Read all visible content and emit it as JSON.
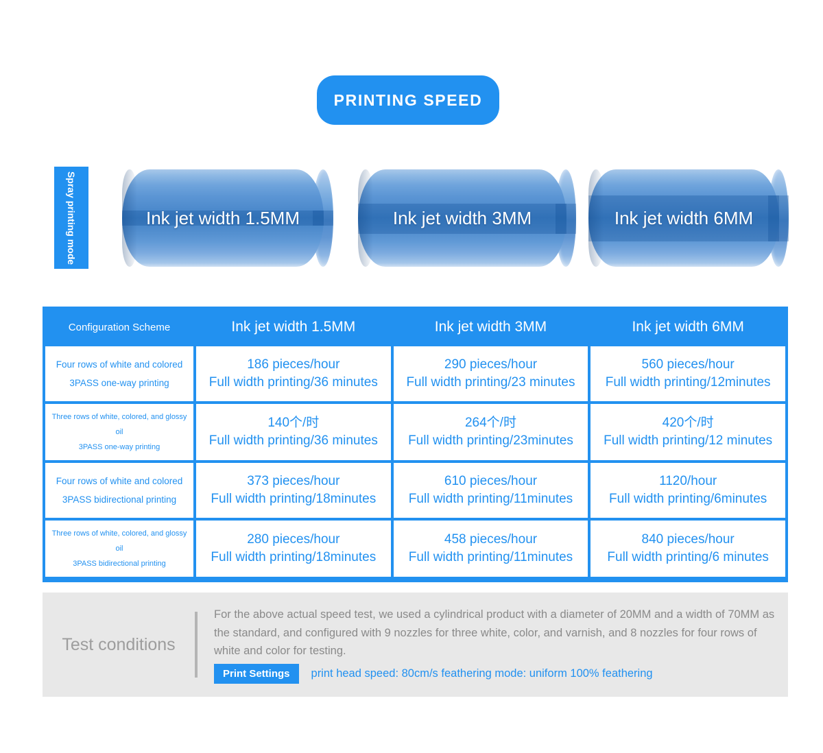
{
  "header": {
    "title": "PRINTING SPEED",
    "accent_color": "#2291f0"
  },
  "mode_tab": {
    "label": "Spray printing mode"
  },
  "cylinders": [
    {
      "label": "Ink jet width 1.5MM"
    },
    {
      "label": "Ink jet width 3MM"
    },
    {
      "label": "Ink jet width 6MM"
    }
  ],
  "table": {
    "headers": [
      "Configuration Scheme",
      "Ink jet width 1.5MM",
      "Ink jet width 3MM",
      "Ink jet width 6MM"
    ],
    "rows": [
      {
        "scheme_line1": "Four rows of white and colored",
        "scheme_line2": "3PASS one-way printing",
        "scheme_small": false,
        "cells": [
          {
            "line1": "186 pieces/hour",
            "line2": "Full width printing/36 minutes"
          },
          {
            "line1": "290 pieces/hour",
            "line2": "Full width printing/23 minutes"
          },
          {
            "line1": "560 pieces/hour",
            "line2": "Full width printing/12minutes"
          }
        ]
      },
      {
        "scheme_line1": "Three rows of white, colored, and glossy oil",
        "scheme_line2": "3PASS one-way printing",
        "scheme_small": true,
        "cells": [
          {
            "line1": "140个/时",
            "line2": "Full width printing/36 minutes"
          },
          {
            "line1": "264个/时",
            "line2": "Full width printing/23minutes"
          },
          {
            "line1": "420个/时",
            "line2": "Full width printing/12 minutes"
          }
        ]
      },
      {
        "scheme_line1": "Four rows of white and colored",
        "scheme_line2": "3PASS bidirectional printing",
        "scheme_small": false,
        "cells": [
          {
            "line1": "373 pieces/hour",
            "line2": "Full width printing/18minutes"
          },
          {
            "line1": "610 pieces/hour",
            "line2": "Full width printing/11minutes"
          },
          {
            "line1": "1120/hour",
            "line2": "Full width printing/6minutes"
          }
        ]
      },
      {
        "scheme_line1": "Three rows of white, colored, and glossy oil",
        "scheme_line2": "3PASS bidirectional printing",
        "scheme_small": true,
        "cells": [
          {
            "line1": "280 pieces/hour",
            "line2": "Full width printing/18minutes"
          },
          {
            "line1": "458 pieces/hour",
            "line2": "Full width printing/11minutes"
          },
          {
            "line1": "840 pieces/hour",
            "line2": "Full width printing/6 minutes"
          }
        ]
      }
    ]
  },
  "test_conditions": {
    "title": "Test conditions",
    "description": "For the above actual speed test, we used a cylindrical product with a diameter of 20MM and a width of 70MM as the standard, and configured with 9 nozzles for three white, color, and varnish, and 8 nozzles for four rows of white and color for testing.",
    "print_settings_label": "Print Settings",
    "print_settings_value": "print head speed: 80cm/s feathering mode: uniform 100% feathering"
  }
}
